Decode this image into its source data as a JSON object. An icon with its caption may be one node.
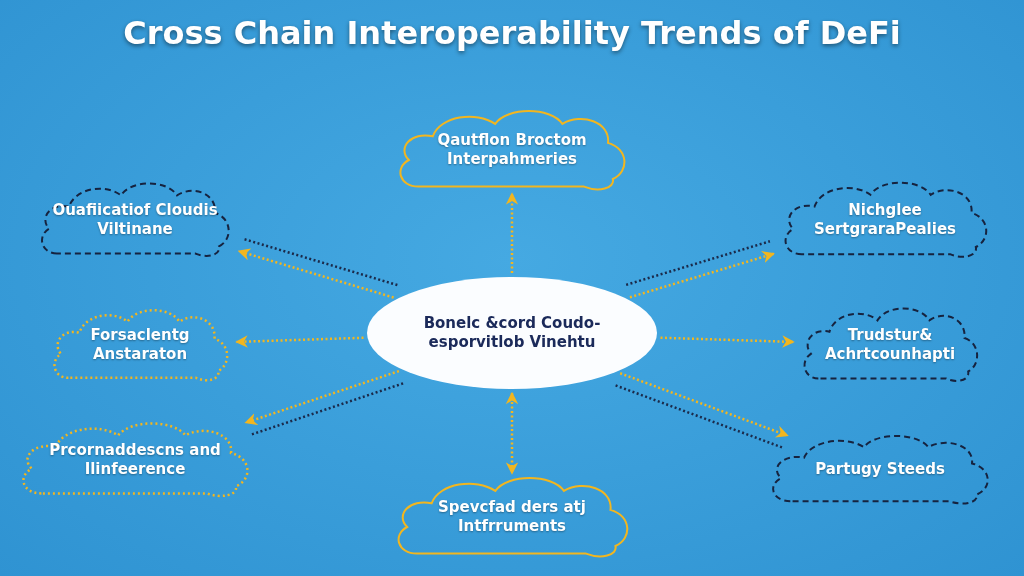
{
  "diagram": {
    "title": "Cross Chain Interoperability Trends of DeFi",
    "nodes": [
      {
        "text": [
          "Bonelc &cord Coudo-esporvitlob Vinehtu"
        ]
      },
      {
        "text": [
          "Qautflon Broctom Interpahmeries"
        ]
      },
      {
        "text": [
          "Ouafiicatiof Cloudis Viltinane"
        ]
      },
      {
        "text": [
          "Nichglee SertgraraPealies"
        ]
      },
      {
        "text": [
          "Forsaclentg Anstaraton"
        ]
      },
      {
        "text": [
          "Trudstur& Achrtcounhapti"
        ]
      },
      {
        "text": [
          "Prcornaddescns and Ilinfeerence"
        ]
      },
      {
        "text": [
          "Partugy Steeds"
        ]
      },
      {
        "text": [
          "Spevcfad ders atj Intfrruments"
        ]
      }
    ],
    "edges": [
      {
        "from": 0,
        "to": 1,
        "arrow": "to",
        "style": "dashed"
      },
      {
        "from": 0,
        "to": 2,
        "arrow": "to",
        "style": "dashed"
      },
      {
        "from": 0,
        "to": 2,
        "arrow": "none",
        "style": "dashed",
        "color": "#1b2a4a"
      },
      {
        "from": 0,
        "to": 3,
        "arrow": "to",
        "style": "dashed"
      },
      {
        "from": 0,
        "to": 3,
        "arrow": "none",
        "style": "dashed",
        "color": "#1b2a4a"
      },
      {
        "from": 0,
        "to": 4,
        "arrow": "to",
        "style": "dashed"
      },
      {
        "from": 0,
        "to": 5,
        "arrow": "to",
        "style": "dashed"
      },
      {
        "from": 0,
        "to": 6,
        "arrow": "to",
        "style": "dashed"
      },
      {
        "from": 0,
        "to": 6,
        "arrow": "none",
        "style": "dashed",
        "color": "#1b2a4a"
      },
      {
        "from": 0,
        "to": 7,
        "arrow": "to",
        "style": "dashed"
      },
      {
        "from": 0,
        "to": 7,
        "arrow": "none",
        "style": "dashed",
        "color": "#1b2a4a"
      },
      {
        "from": 0,
        "to": 8,
        "arrow": "both",
        "style": "dashed"
      }
    ]
  }
}
